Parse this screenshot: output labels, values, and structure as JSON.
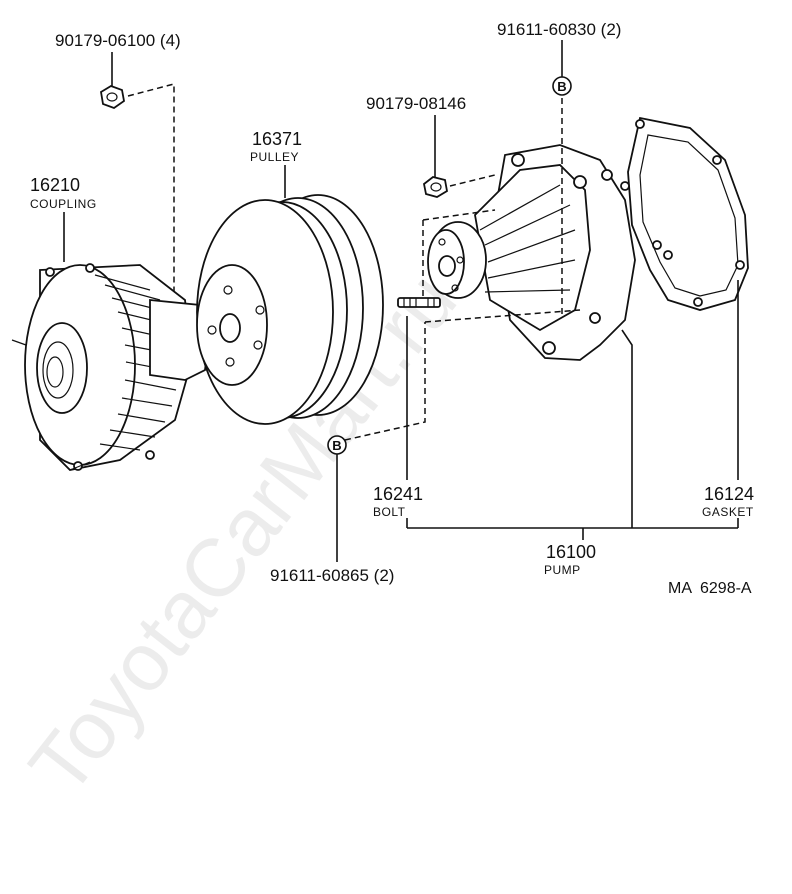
{
  "callouts": {
    "nut_a": {
      "code": "90179-06100 (4)"
    },
    "bolt_b_top": {
      "code": "91611-60830 (2)",
      "marker": "B"
    },
    "nut_b": {
      "code": "90179-08146"
    },
    "pulley": {
      "number": "16371",
      "name": "PULLEY"
    },
    "coupling": {
      "number": "16210",
      "name": "COUPLING"
    },
    "bolt": {
      "number": "16241",
      "name": "BOLT"
    },
    "gasket": {
      "number": "16124",
      "name": "GASKET"
    },
    "pump": {
      "number": "16100",
      "name": "PUMP"
    },
    "bolt_b_bottom": {
      "code": "91611-60865 (2)",
      "marker": "B"
    }
  },
  "figure_ref": "MA  6298-A",
  "watermark": "ToyotaCarMart.ru"
}
